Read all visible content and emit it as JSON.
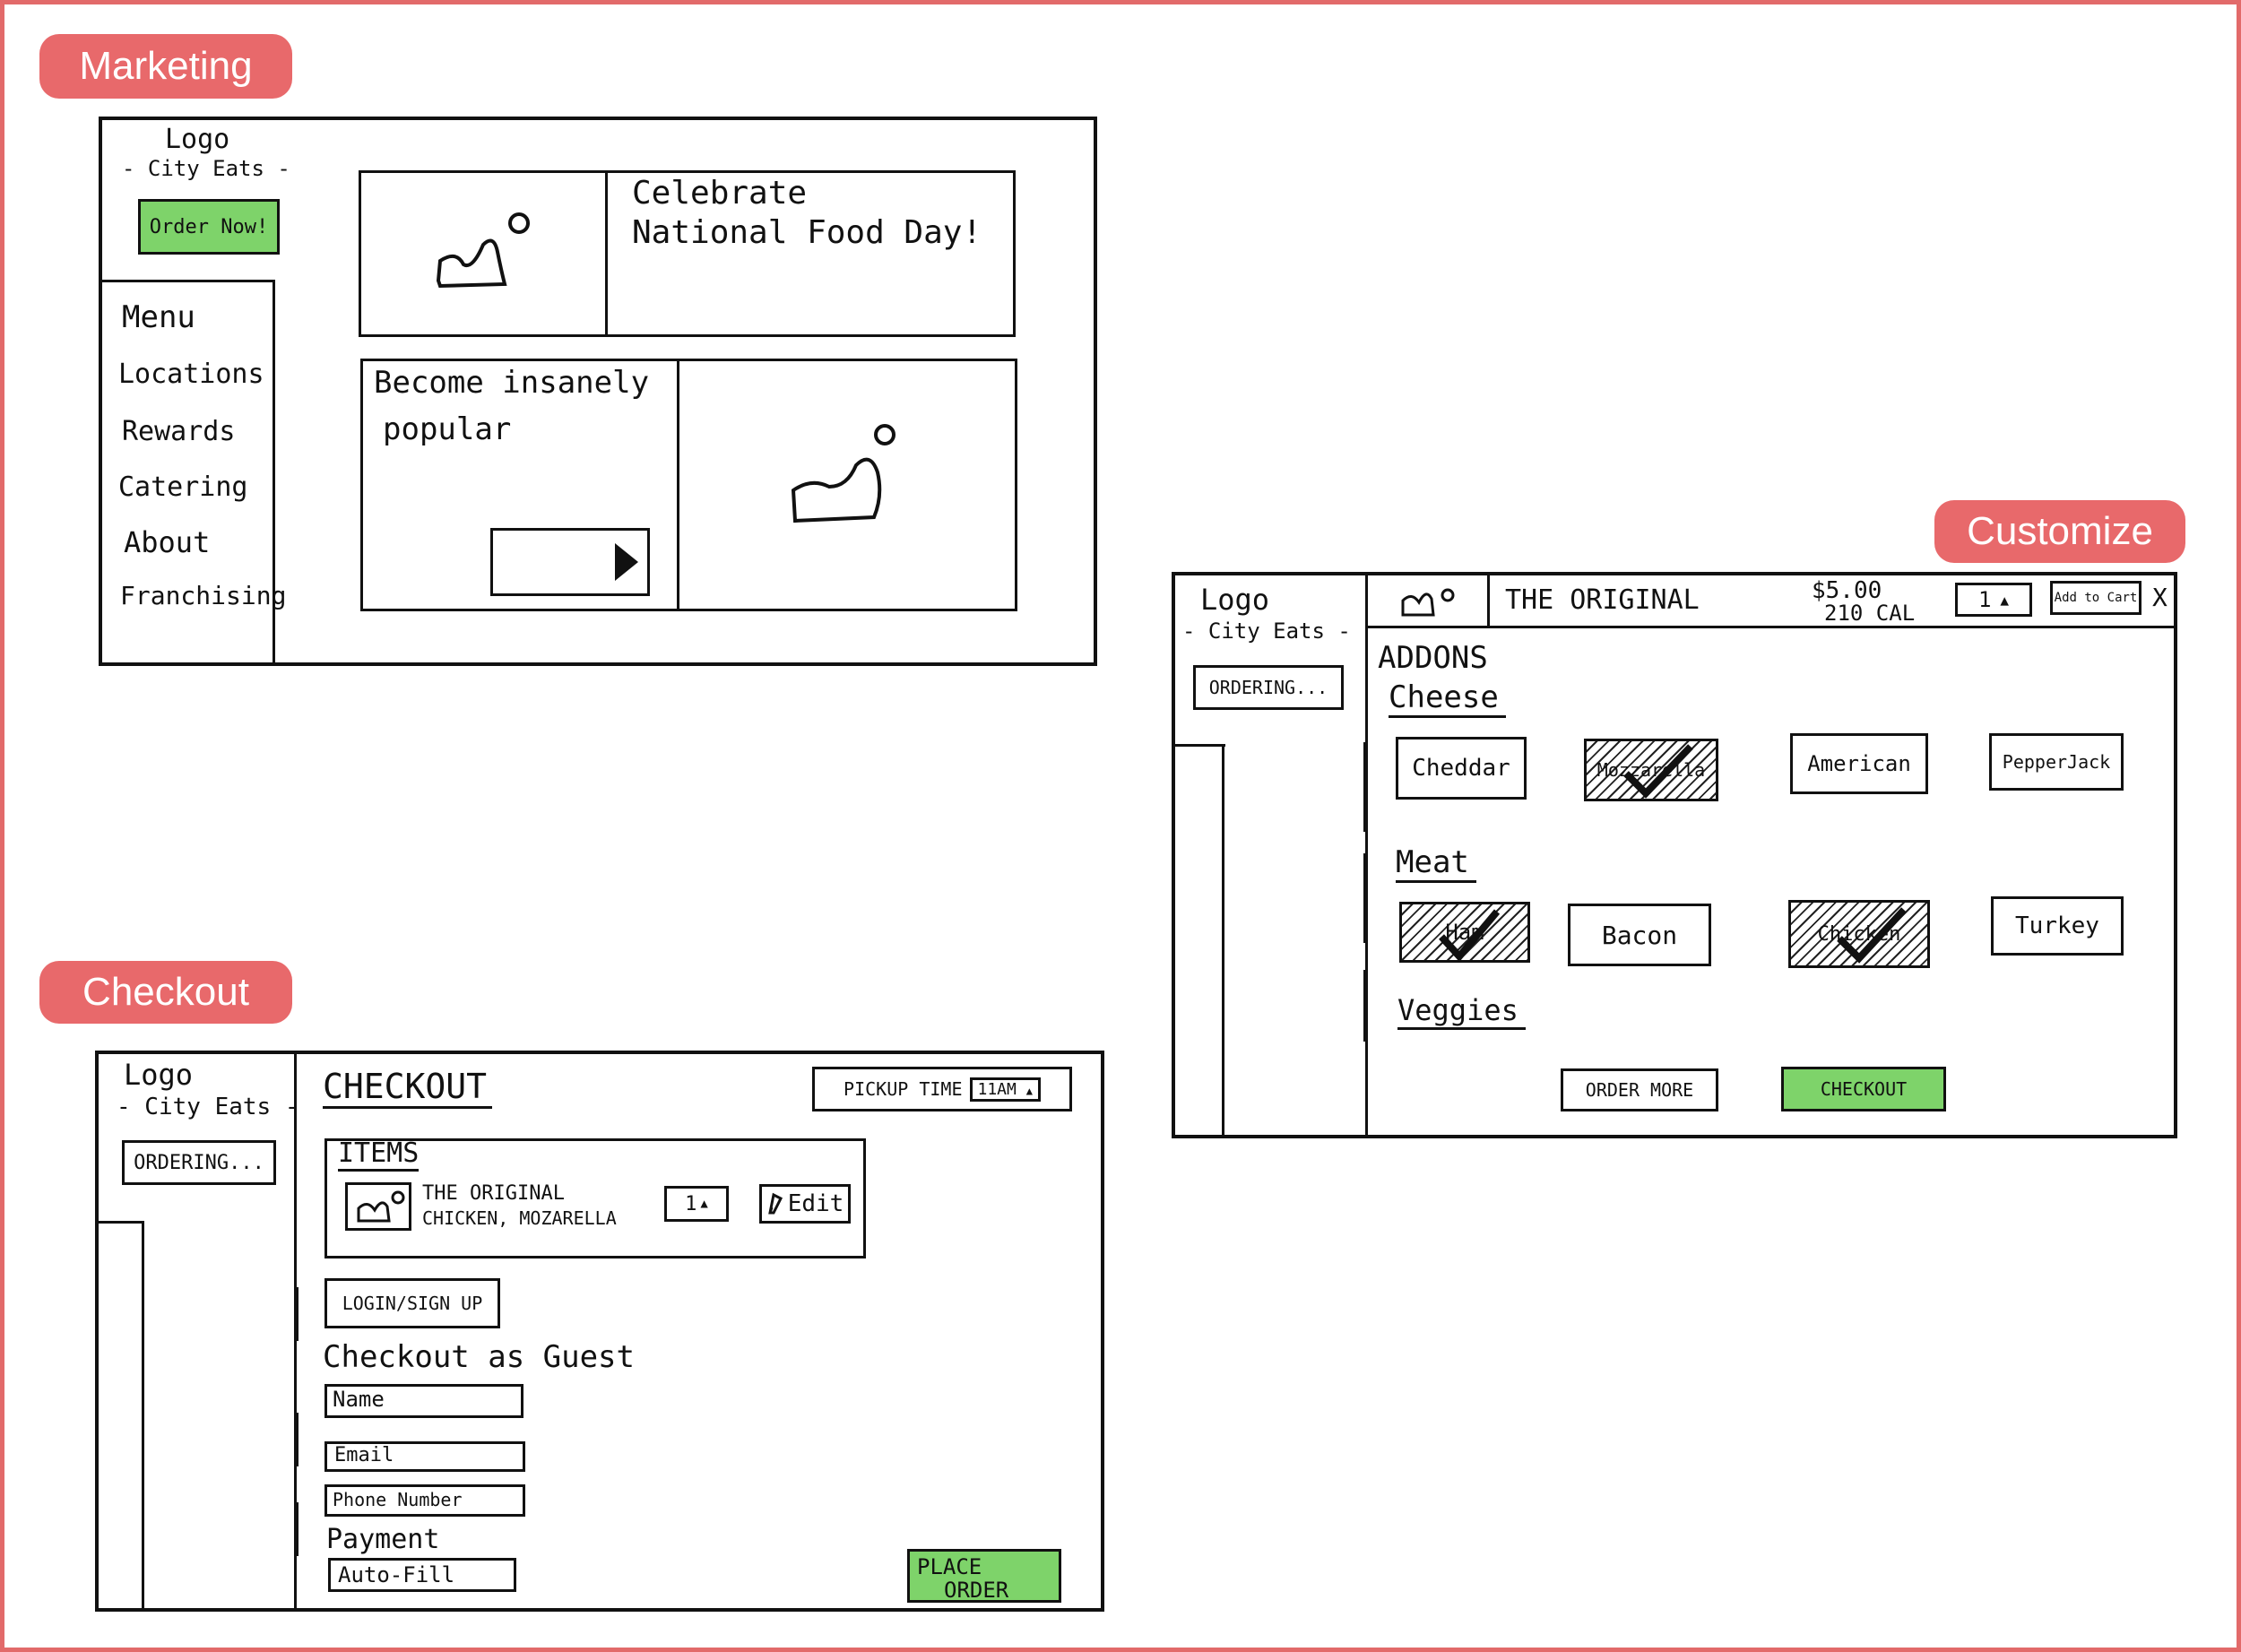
{
  "labels": {
    "marketing": "Marketing",
    "customize": "Customize",
    "checkout": "Checkout"
  },
  "marketing": {
    "logo": "Logo",
    "brand": "- City Eats -",
    "order_now": "Order Now!",
    "menu": [
      "Menu",
      "Locations",
      "Rewards",
      "Catering",
      "About",
      "Franchising"
    ],
    "hero1_text_line1": "Celebrate",
    "hero1_text_line2": "National Food Day!",
    "hero2_text_line1": "Become insanely",
    "hero2_text_line2": "popular"
  },
  "customize": {
    "logo": "Logo",
    "brand": "- City Eats -",
    "ordering": "ORDERING...",
    "item_name": "THE ORIGINAL",
    "price": "$5.00",
    "calories": "210 CAL",
    "qty": "1",
    "add_to_cart": "Add to Cart",
    "close": "X",
    "addons": "ADDONS",
    "sections": {
      "cheese": {
        "title": "Cheese",
        "options": [
          {
            "label": "Cheddar",
            "selected": false
          },
          {
            "label": "Mozzarella",
            "selected": true
          },
          {
            "label": "American",
            "selected": false
          },
          {
            "label": "PepperJack",
            "selected": false
          }
        ]
      },
      "meat": {
        "title": "Meat",
        "options": [
          {
            "label": "Ham",
            "selected": true
          },
          {
            "label": "Bacon",
            "selected": false
          },
          {
            "label": "Chicken",
            "selected": true
          },
          {
            "label": "Turkey",
            "selected": false
          }
        ]
      },
      "veggies": {
        "title": "Veggies"
      }
    },
    "order_more": "ORDER MORE",
    "checkout": "CHECKOUT"
  },
  "checkout": {
    "logo": "Logo",
    "brand": "- City Eats -",
    "ordering": "ORDERING...",
    "title": "CHECKOUT",
    "pickup_label": "PICKUP TIME",
    "pickup_time": "11AM",
    "items_title": "ITEMS",
    "item_name": "THE ORIGINAL",
    "item_details": "CHICKEN, MOZARELLA",
    "item_qty": "1",
    "edit": "Edit",
    "login": "LOGIN/SIGN UP",
    "guest_title": "Checkout as Guest",
    "name_placeholder": "Name",
    "email_placeholder": "Email",
    "phone_placeholder": "Phone Number",
    "payment": "Payment",
    "payment_value": "Auto-Fill",
    "place_order_line1": "PLACE",
    "place_order_line2": "ORDER"
  },
  "icons": {
    "image": "image-placeholder-icon",
    "play": "play-icon",
    "up": "triangle-up-icon",
    "pencil": "pencil-icon",
    "check": "checkmark-icon"
  }
}
